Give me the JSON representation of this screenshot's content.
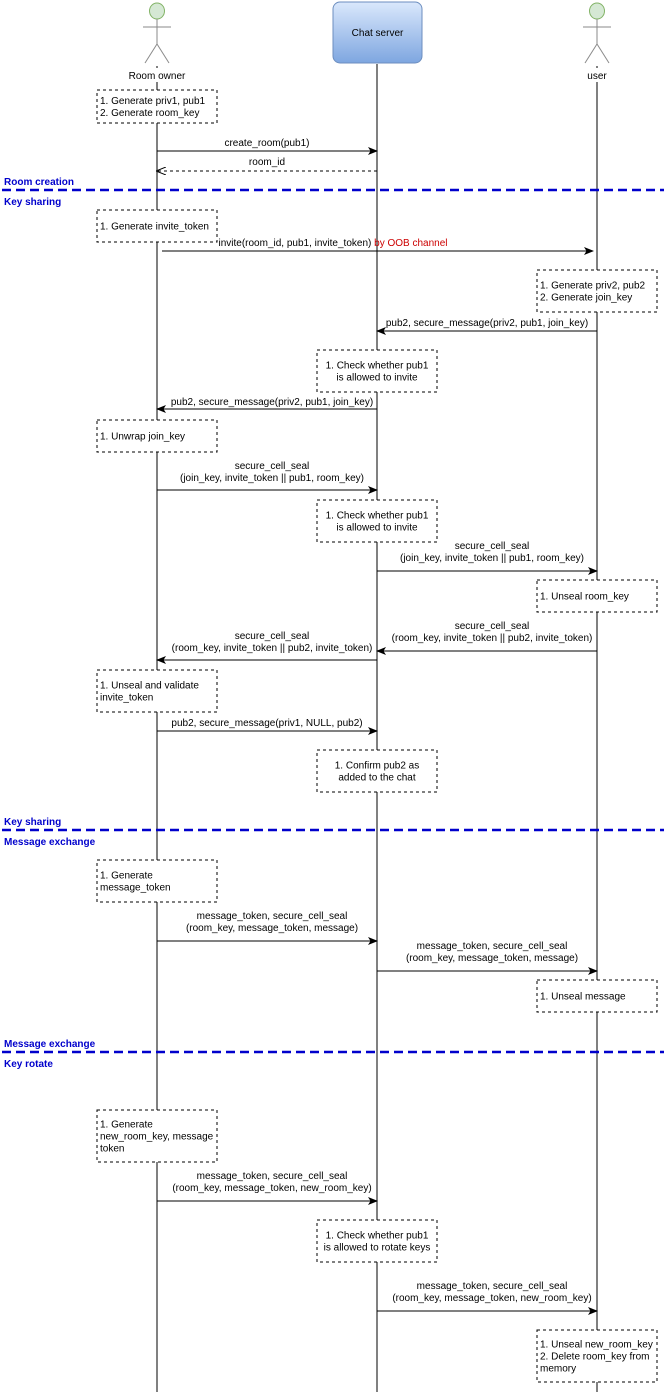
{
  "participants": {
    "room_owner": "Room owner",
    "chat_server": "Chat server",
    "user": "user"
  },
  "notes": [
    {
      "lines": [
        "1. Generate priv1, pub1",
        "2. Generate room_key"
      ]
    },
    {
      "lines": [
        "1. Generate invite_token"
      ]
    },
    {
      "lines": [
        "1. Generate priv2, pub2",
        "2. Generate join_key"
      ]
    },
    {
      "lines": [
        "1. Check whether pub1",
        "is allowed to invite"
      ]
    },
    {
      "lines": [
        "1. Unwrap join_key"
      ]
    },
    {
      "lines": [
        "1. Check whether pub1",
        "is allowed to invite"
      ]
    },
    {
      "lines": [
        "1. Unseal room_key"
      ]
    },
    {
      "lines": [
        "1. Unseal and validate",
        "invite_token"
      ]
    },
    {
      "lines": [
        "1. Confirm pub2 as",
        "added to the chat"
      ]
    },
    {
      "lines": [
        "1. Generate",
        "message_token"
      ]
    },
    {
      "lines": [
        "1. Unseal message"
      ]
    },
    {
      "lines": [
        "1. Generate",
        "new_room_key, message",
        "token"
      ]
    },
    {
      "lines": [
        "1. Check whether pub1",
        "is allowed to rotate keys"
      ]
    },
    {
      "lines": [
        "1. Unseal new_room_key",
        "2. Delete room_key from",
        "memory"
      ]
    }
  ],
  "messages": [
    {
      "lines": [
        "create_room(pub1)"
      ]
    },
    {
      "lines": [
        "room_id"
      ]
    },
    {
      "lines": [
        "invite(room_id, pub1, invite_token)"
      ],
      "suffix": " by OOB channel"
    },
    {
      "lines": [
        "pub2, secure_message(priv2, pub1, join_key)"
      ]
    },
    {
      "lines": [
        "pub2, secure_message(priv2, pub1, join_key)"
      ]
    },
    {
      "lines": [
        "secure_cell_seal",
        "(join_key, invite_token || pub1, room_key)"
      ]
    },
    {
      "lines": [
        "secure_cell_seal",
        "(join_key, invite_token || pub1, room_key)"
      ]
    },
    {
      "lines": [
        "secure_cell_seal",
        "(room_key, invite_token || pub2, invite_token)"
      ]
    },
    {
      "lines": [
        "secure_cell_seal",
        "(room_key, invite_token || pub2, invite_token)"
      ]
    },
    {
      "lines": [
        "pub2, secure_message(priv1, NULL, pub2)"
      ]
    },
    {
      "lines": [
        "message_token, secure_cell_seal",
        "(room_key, message_token, message)"
      ]
    },
    {
      "lines": [
        "message_token, secure_cell_seal",
        "(room_key, message_token, message)"
      ]
    },
    {
      "lines": [
        "message_token, secure_cell_seal",
        "(room_key, message_token, new_room_key)"
      ]
    },
    {
      "lines": [
        "message_token, secure_cell_seal",
        "(room_key, message_token, new_room_key)"
      ]
    }
  ],
  "separators": [
    {
      "above": "Room creation",
      "below": "Key sharing"
    },
    {
      "above": "Key sharing",
      "below": "Message exchange"
    },
    {
      "above": "Message exchange",
      "below": "Key rotate"
    }
  ],
  "colors": {
    "separator": "#0000cc",
    "oob_text": "#cc0000",
    "server_box_top": "#dae8fc",
    "server_box_bottom": "#7ea6e0",
    "server_box_stroke": "#6c8ebf",
    "actor_head": "#d5e8d4"
  }
}
